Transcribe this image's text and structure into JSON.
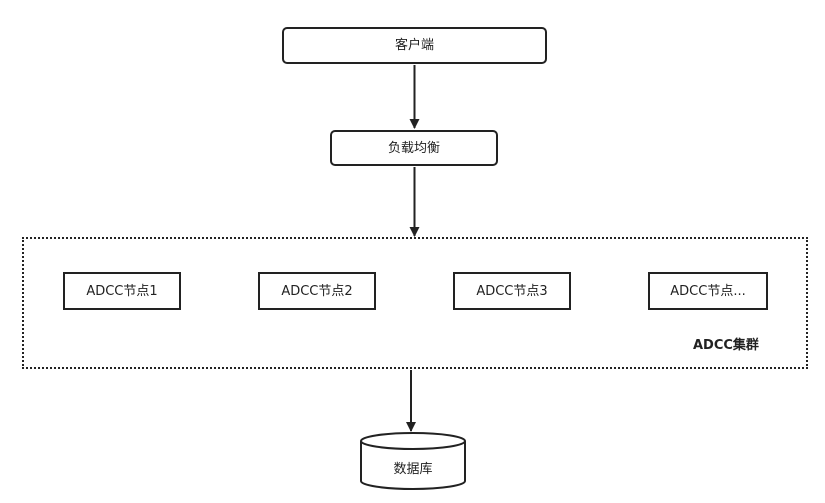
{
  "client": {
    "label": "客户端"
  },
  "load_balancer": {
    "label": "负载均衡"
  },
  "cluster": {
    "label": "ADCC集群",
    "nodes": [
      {
        "label": "ADCC节点1"
      },
      {
        "label": "ADCC节点2"
      },
      {
        "label": "ADCC节点3"
      },
      {
        "label": "ADCC节点..."
      }
    ]
  },
  "database": {
    "label": "数据库"
  }
}
